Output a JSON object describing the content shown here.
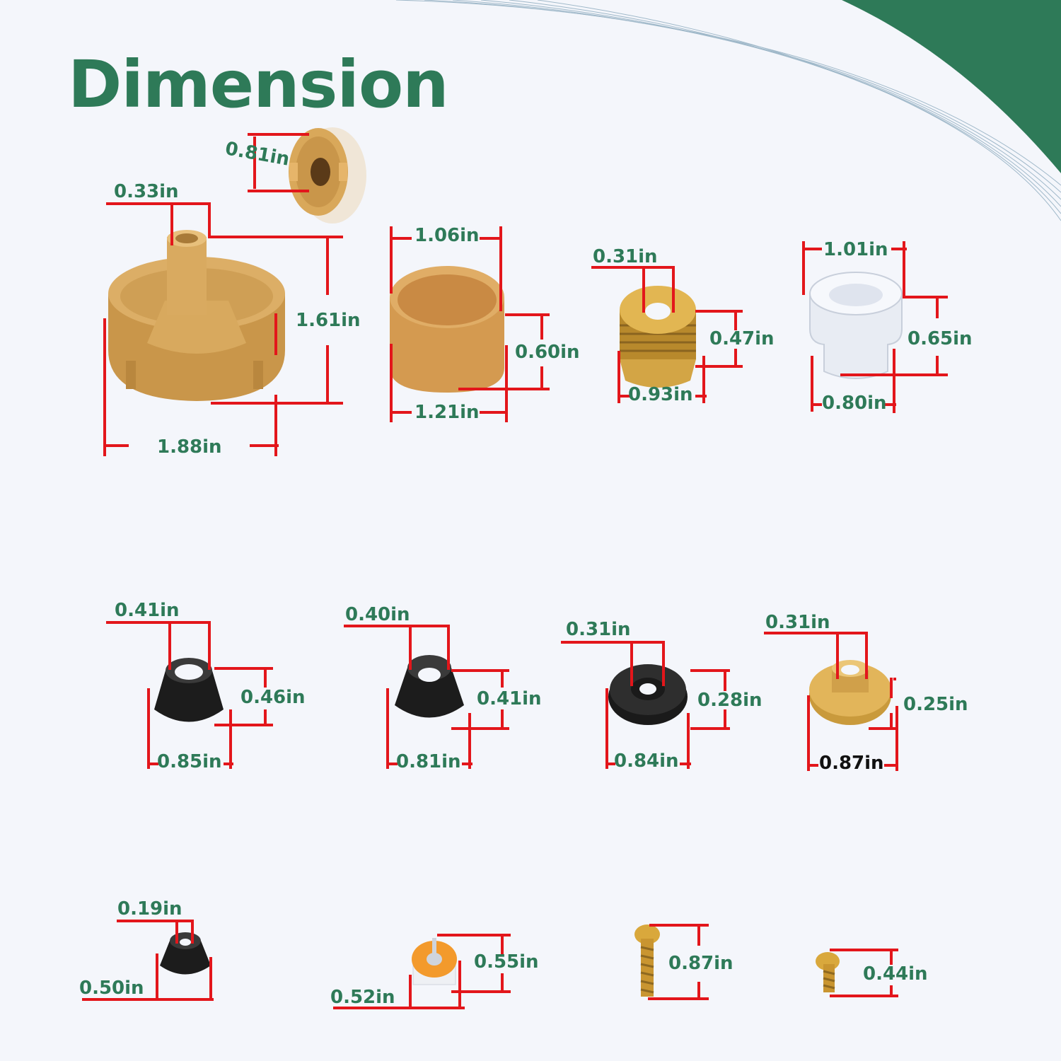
{
  "title": "Dimension",
  "colors": {
    "accent": "#2e7a58",
    "dimension_line": "#e3161b",
    "background": "#f4f6fb"
  },
  "labels": {
    "l0": "0.81in",
    "l1": "0.33in",
    "l2": "1.61in",
    "l3": "1.88in",
    "l4": "1.06in",
    "l5": "0.60in",
    "l6": "1.21in",
    "l7": "0.31in",
    "l8": "0.47in",
    "l9": "0.93in",
    "l10": "1.01in",
    "l11": "0.65in",
    "l12": "0.80in",
    "l13": "0.41in",
    "l14": "0.46in",
    "l15": "0.85in",
    "l16": "0.40in",
    "l17": "0.41in",
    "l18": "0.81in",
    "l19": "0.31in",
    "l20": "0.28in",
    "l21": "0.84in",
    "l22": "0.31in",
    "l23": "0.25in",
    "l24": "0.87in",
    "l25": "0.19in",
    "l26": "0.50in",
    "l27": "0.55in",
    "l28": "0.52in",
    "l29": "0.87in",
    "l30": "0.44in"
  }
}
